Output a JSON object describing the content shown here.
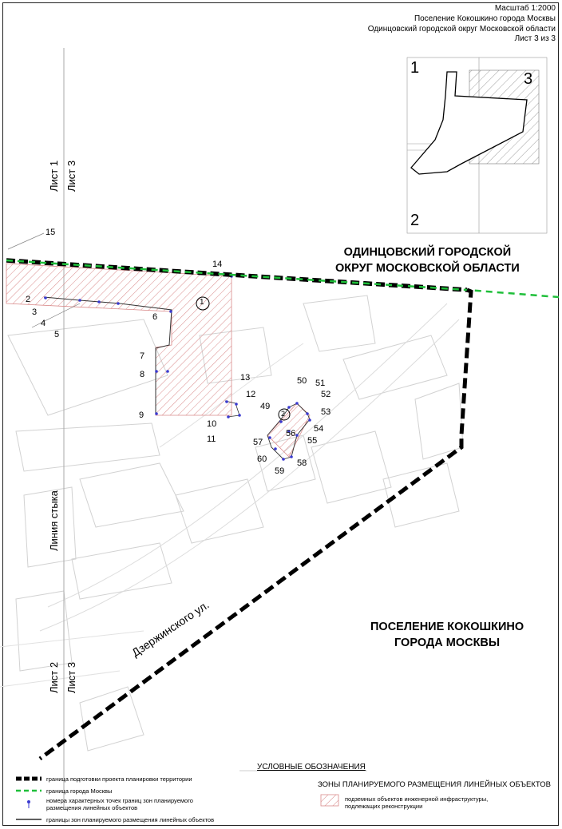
{
  "header": {
    "scale": "Масштаб 1:2000",
    "line2": "Поселение Кокошкино города Москвы",
    "line3": "Одинцовский городской округ Московской области",
    "sheet": "Лист 3 из 3"
  },
  "inset": {
    "labels": [
      "1",
      "2",
      "3"
    ]
  },
  "regions": {
    "odintsovo": [
      "ОДИНЦОВСКИЙ ГОРОДСКОЙ",
      "ОКРУГ МОСКОВСКОЙ ОБЛАСТИ"
    ],
    "kokoshkino": [
      "ПОСЕЛЕНИЕ КОКОШКИНО",
      "ГОРОДА МОСКВЫ"
    ]
  },
  "sheet_labels": {
    "top_a": "Лист 1",
    "top_b": "Лист 3",
    "bottom_a": "Лист 2",
    "bottom_b": "Лист 3",
    "junction": "Линия стыка"
  },
  "street": "Дзержинского ул.",
  "zones": [
    "1",
    "2"
  ],
  "points": [
    "2",
    "3",
    "4",
    "5",
    "6",
    "7",
    "8",
    "9",
    "10",
    "11",
    "12",
    "13",
    "14",
    "15",
    "49",
    "50",
    "51",
    "52",
    "53",
    "54",
    "55",
    "56",
    "57",
    "58",
    "59",
    "60"
  ],
  "legend": {
    "title": "УСЛОВНЫЕ ОБОЗНАЧЕНИЯ",
    "items": [
      "граница подготовки проекта планировки территории",
      "граница города Москвы",
      "номера характерных точек границ зон планируемого",
      "размещения линейных объектов",
      "границы зон планируемого размещения линейных объектов"
    ],
    "zones_title": "ЗОНЫ ПЛАНИРУЕМОГО РАЗМЕЩЕНИЯ ЛИНЕЙНЫХ ОБЪЕКТОВ",
    "zone_item": [
      "подземных объектов инженерной инфраструктуры,",
      "подлежащих реконструкции"
    ]
  },
  "colors": {
    "moscow_border": "#1fbf3a",
    "zone_hatch": "#d98a8a",
    "point": "#3a3ad0",
    "project_border": "#000000"
  }
}
